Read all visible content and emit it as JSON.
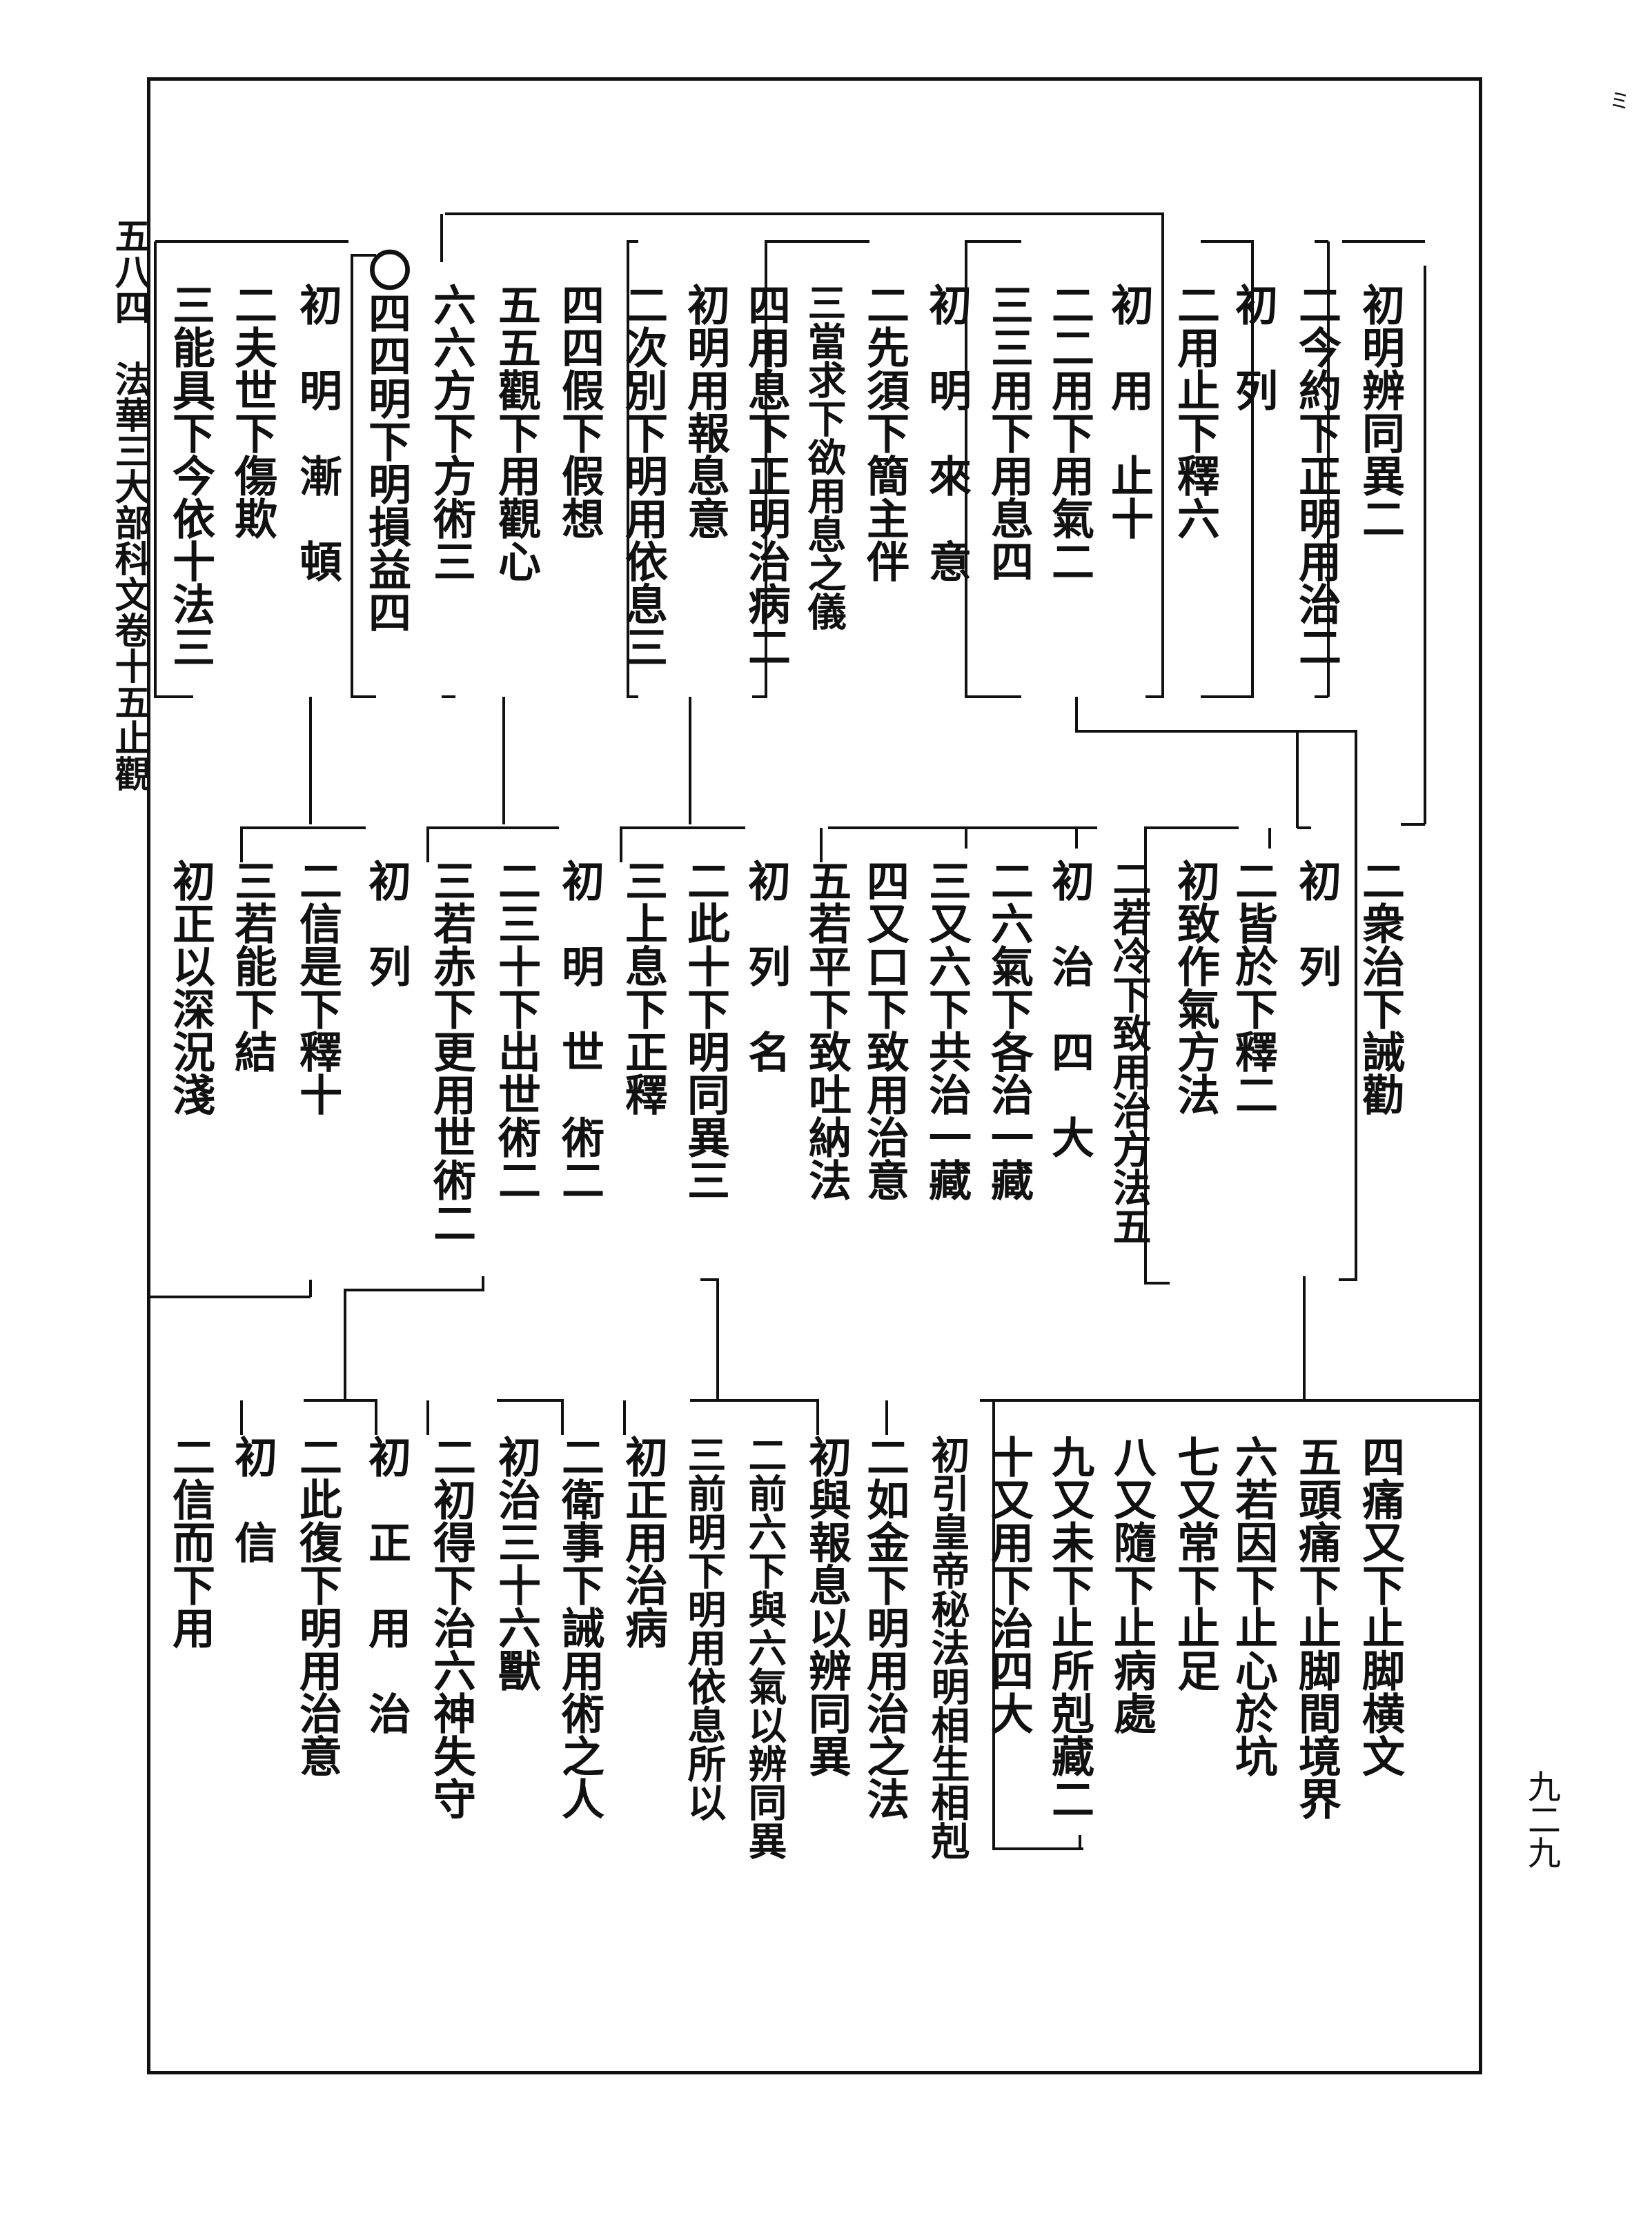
{
  "margin": {
    "title": "五八四　法華三大部科文卷十五止觀",
    "page_number": "九二九",
    "corner_mark": "ミ"
  },
  "band1": [
    "初明辨同異二",
    "二今約下正明用治二",
    "初　列",
    "二用止下釋六",
    "初　用　止十",
    "二二用下用氣二",
    "三三用下用息四",
    "初　明　來　意",
    "二先須下簡主伴",
    "三當求下欲用息之儀",
    "四用息下正明治病二",
    "初明用報息意",
    "二次別下明用依息三",
    "四四假下假想",
    "五五觀下用觀心",
    "六六方下方術三",
    "〇四四明下明損益四",
    "初　明　漸　頓",
    "二夫世下傷欺",
    "三能具下今依十法三"
  ],
  "band2": [
    "二衆治下誡勸",
    "初　列",
    "二皆於下釋二",
    "初致作氣方法",
    "二若冷下致用治方法五",
    "初　治　四　大",
    "二六氣下各治一藏",
    "三又六下共治一藏",
    "四又口下致用治意",
    "五若平下致吐納法",
    "初　列　名",
    "二此十下明同異三",
    "三上息下正釋",
    "初　明　世　術二",
    "二三十下出世術二",
    "三若赤下更用世術二",
    "初　列",
    "二信是下釋十",
    "三若能下結",
    "初正以深況淺"
  ],
  "band3": [
    "四痛又下止脚横文",
    "五頭痛下止脚間境界",
    "六若因下止心於坑",
    "七又常下止足",
    "八又隨下止病處",
    "九又未下止所剋藏二",
    "十又用下治四大",
    "初引皇帝秘法明相生相剋",
    "二如金下明用治之法",
    "初與報息以辨同異",
    "二前六下與六氣以辨同異",
    "三前明下明用依息所以",
    "初正用治病",
    "二衛事下誡用術之人",
    "初治三十六獸",
    "二初得下治六神失守",
    "初　正　用　治",
    "二此復下明用治意",
    "初　信",
    "二信而下用"
  ]
}
